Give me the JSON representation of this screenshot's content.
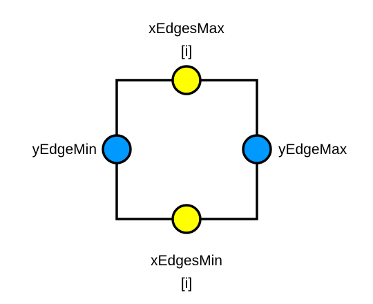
{
  "diagram": {
    "labels": {
      "top": "xEdgesMax",
      "top_index": "[i]",
      "bottom": "xEdgesMin",
      "bottom_index": "[i]",
      "left": "yEdgeMin",
      "right": "yEdgeMax"
    },
    "colors": {
      "x_edge_node": "#FFFF00",
      "y_edge_node": "#0099FF",
      "outline": "#000000",
      "background": "#FFFFFF"
    }
  }
}
